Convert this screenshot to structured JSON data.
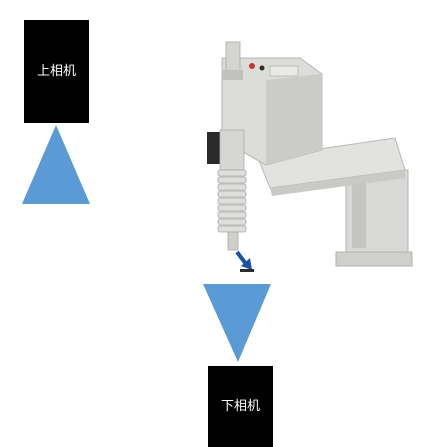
{
  "labels": {
    "top_camera": "上相机",
    "bottom_camera": "下相机"
  },
  "colors": {
    "camera_box": "#000000",
    "camera_text": "#ffffff",
    "arrow_fill": "#5b9bd5",
    "robot_body": "#dcdcda",
    "robot_shadow": "#b9b9b6",
    "robot_dark": "#2b2b2b",
    "tool_marker": "#1f4fa8"
  },
  "icons": {
    "top_arrow": "triangle-up",
    "bottom_arrow": "triangle-down",
    "robot": "scara-robot",
    "tool": "nozzle-arrow"
  }
}
